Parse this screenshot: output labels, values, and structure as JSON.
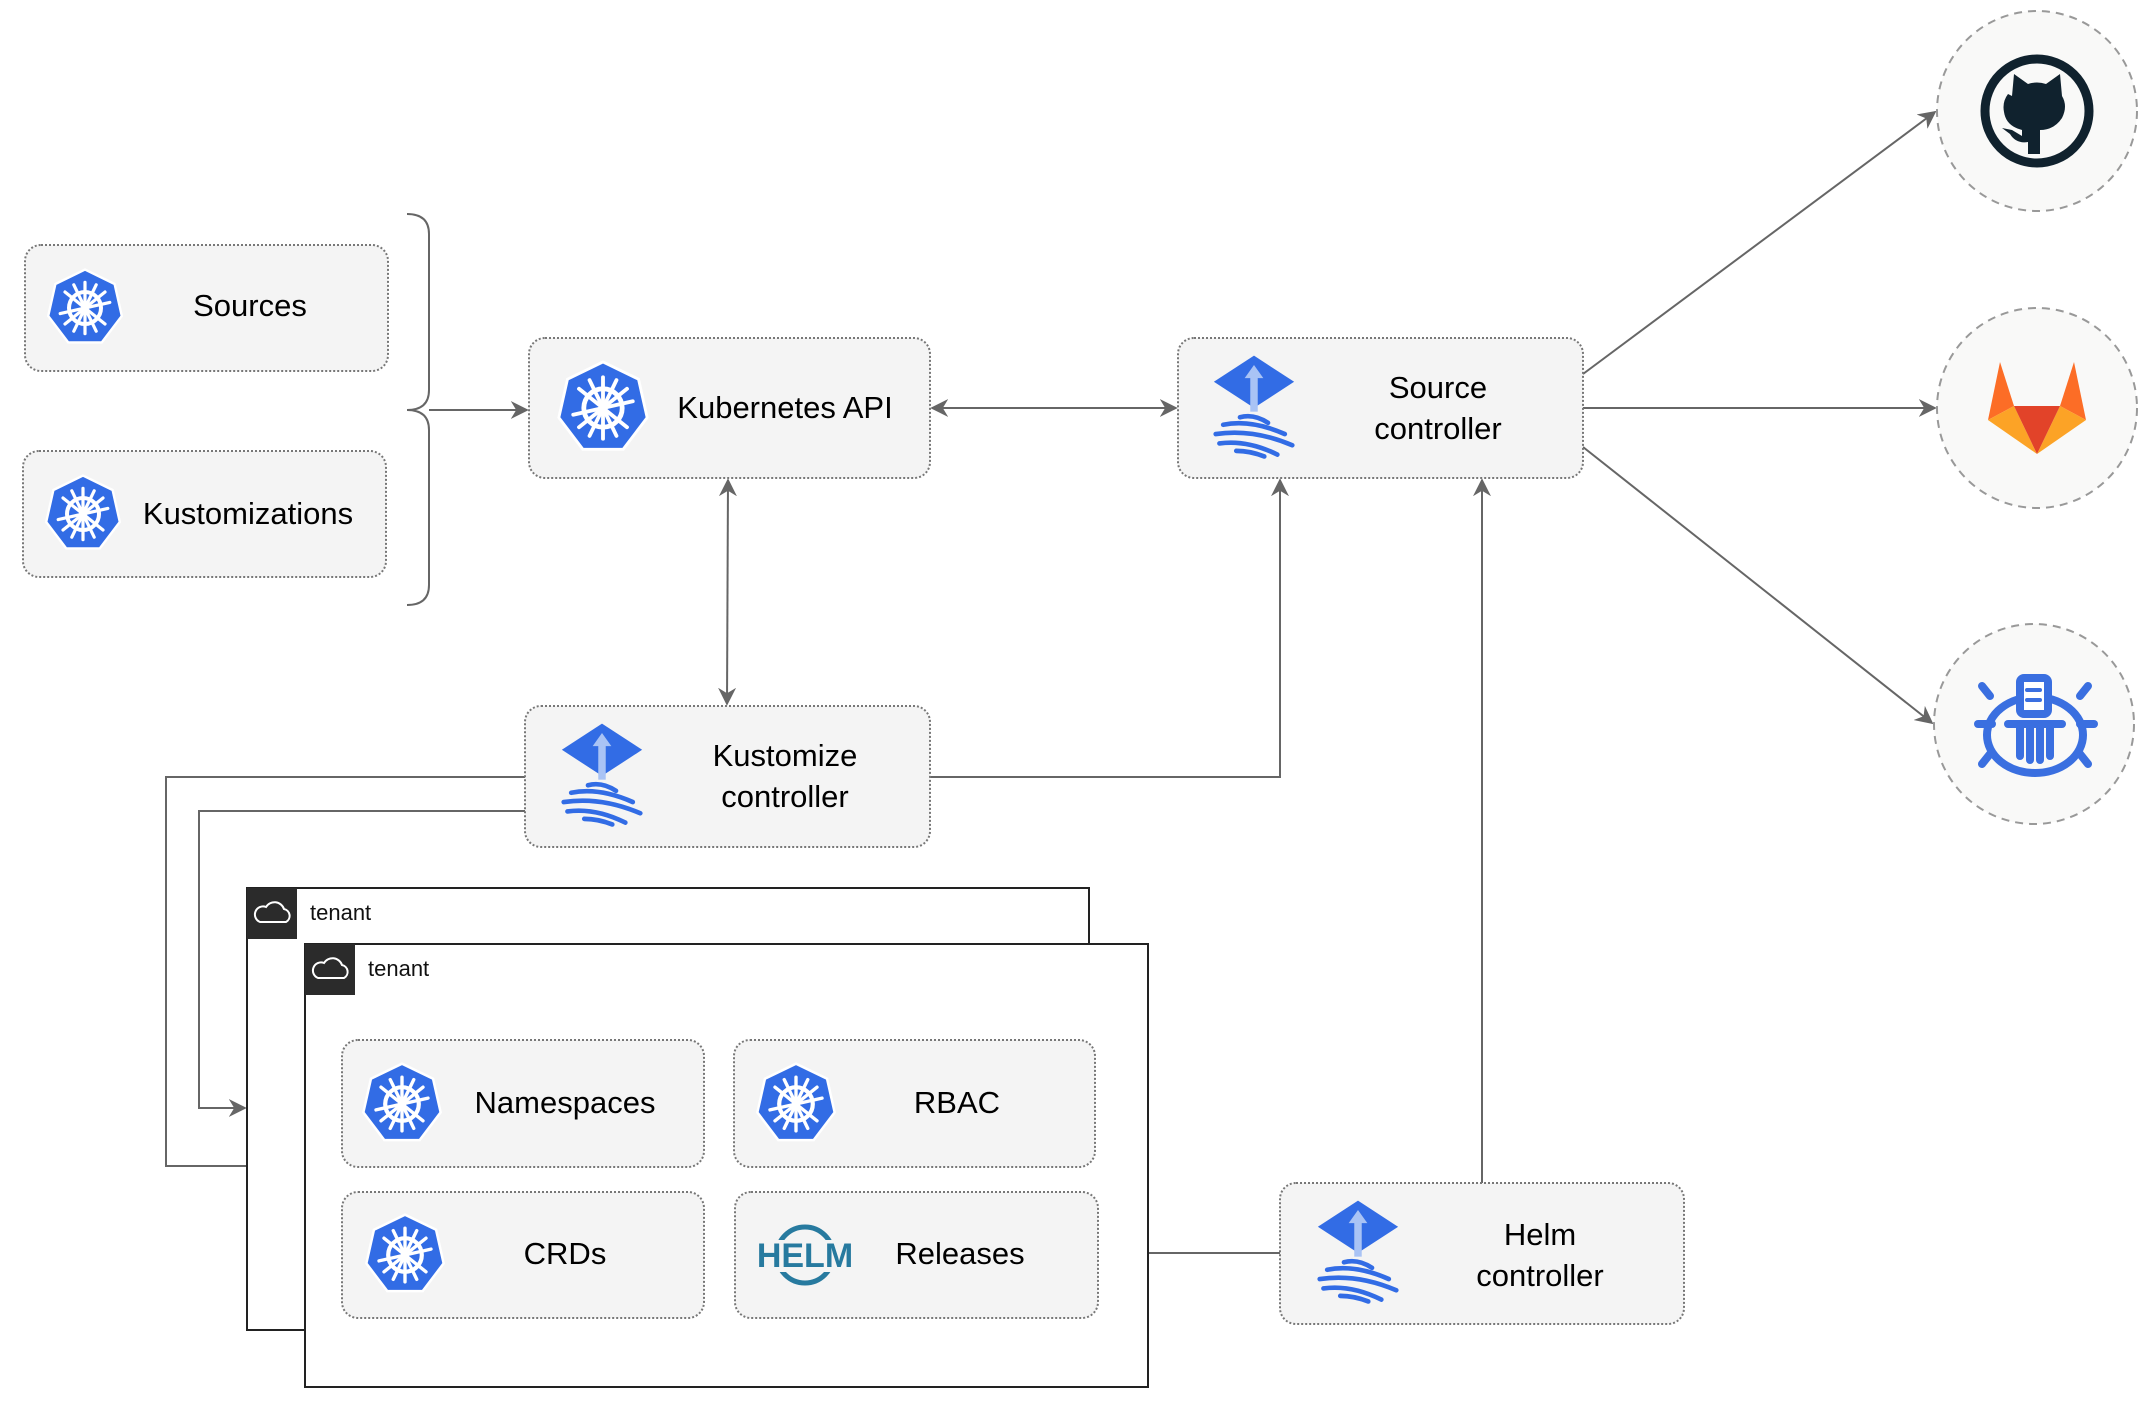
{
  "nodes": {
    "sources": "Sources",
    "kustomizations": "Kustomizations",
    "kubernetes_api": "Kubernetes API",
    "source_controller": [
      "Source",
      "controller"
    ],
    "kustomize_controller": [
      "Kustomize",
      "controller"
    ],
    "helm_controller": [
      "Helm",
      "controller"
    ],
    "namespaces": "Namespaces",
    "rbac": "RBAC",
    "crds": "CRDs",
    "releases": "Releases"
  },
  "tenants": [
    "tenant",
    "tenant"
  ],
  "helm_logo_text": "HELM",
  "external_sources": [
    {
      "icon": "github-icon",
      "color": "#10222e"
    },
    {
      "icon": "gitlab-icon",
      "color": "#e24329"
    },
    {
      "icon": "bucket-icon",
      "color": "#3a6fe0"
    }
  ],
  "colors": {
    "kubernetes": "#326ce5",
    "flux": "#326ce5",
    "edge": "#666666"
  }
}
